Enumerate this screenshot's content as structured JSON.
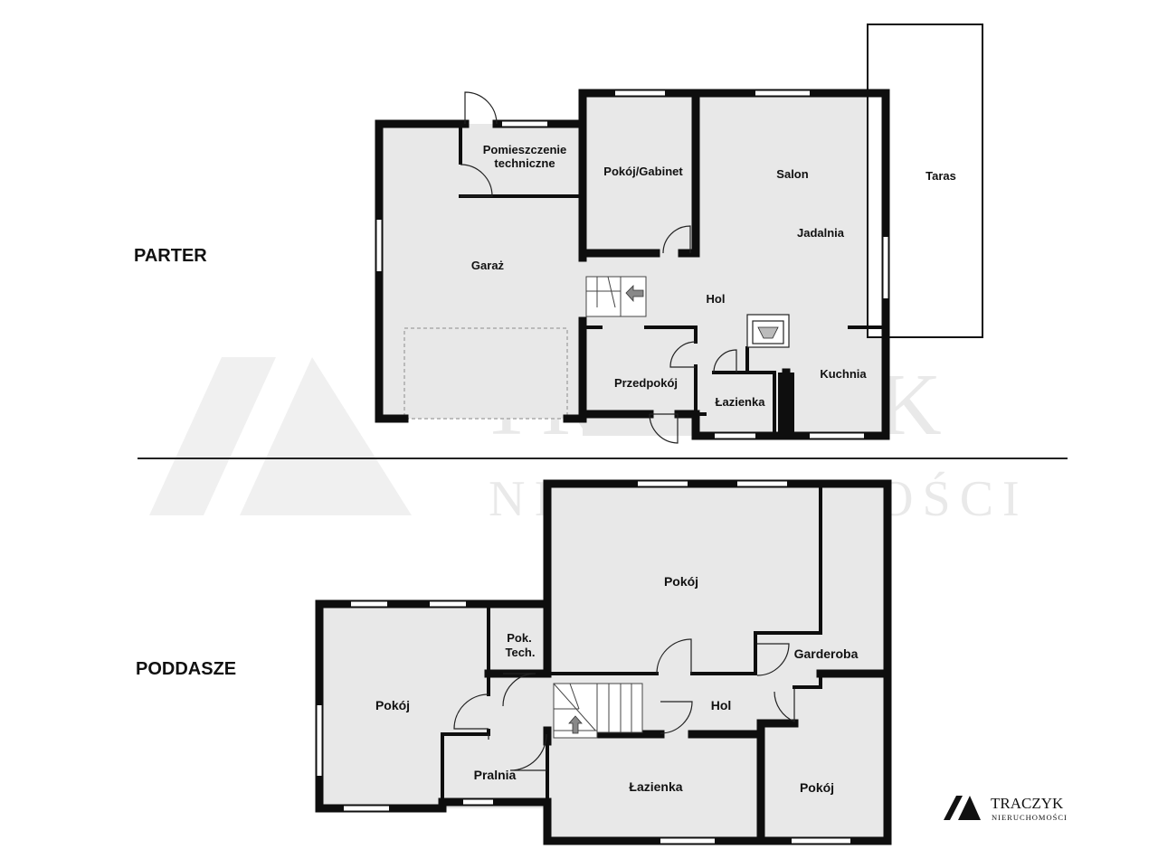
{
  "floors": {
    "parter": {
      "title": "PARTER",
      "rooms": {
        "pomieszczenie_line1": "Pomieszczenie",
        "pomieszczenie_line2": "techniczne",
        "gabinet": "Pokój/Gabinet",
        "salon": "Salon",
        "taras": "Taras",
        "jadalnia": "Jadalnia",
        "garaz": "Garaż",
        "hol": "Hol",
        "przedpokoj": "Przedpokój",
        "lazienka": "Łazienka",
        "kuchnia": "Kuchnia"
      }
    },
    "poddasze": {
      "title": "PODDASZE",
      "rooms": {
        "pokoj_top": "Pokój",
        "pok_tech_line1": "Pok.",
        "pok_tech_line2": "Tech.",
        "garderoba": "Garderoba",
        "pokoj_left": "Pokój",
        "hol": "Hol",
        "pralnia": "Pralnia",
        "lazienka": "Łazienka",
        "pokoj_right": "Pokój"
      }
    }
  },
  "watermark": {
    "name": "TRACZYK",
    "sub": "NIERUCHOMOŚCI"
  },
  "logo": {
    "name": "TRACZYK",
    "sub": "NIERUCHOMOŚCI"
  },
  "colors": {
    "floor": "#e8e8e8",
    "wall": "#0e0e0e",
    "background": "#ffffff"
  }
}
